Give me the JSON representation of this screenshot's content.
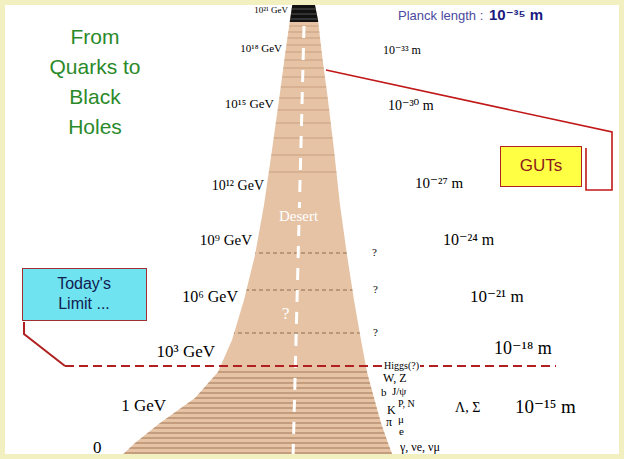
{
  "diagram": {
    "title": "From Quarks to Black Holes",
    "nodes": [
      {
        "text": [
          "GUTs"
        ]
      },
      {
        "text": [
          "Today's Limit ..."
        ]
      }
    ],
    "labels": [
      "10²¹ GeV",
      "10¹⁸ GeV",
      "10¹⁵ GeV",
      "10¹² GeV",
      "10⁹ GeV",
      "10⁶ GeV",
      "10³ GeV",
      "1 GeV",
      "0",
      "Planck length :",
      "10⁻³⁵ m",
      "10⁻³³ m",
      "10⁻³⁰ m",
      "10⁻²⁷ m",
      "10⁻²⁴ m",
      "10⁻²¹ m",
      "10⁻¹⁸ m",
      "10⁻¹⁵ m",
      "Desert",
      "?",
      "?",
      "?",
      "?",
      "Higgs(?)",
      "W, Z",
      "b",
      "J/ψ",
      "P, N",
      "K",
      "π",
      "μ",
      "Λ, Σ",
      "e",
      "γ, νe, νμ"
    ]
  }
}
